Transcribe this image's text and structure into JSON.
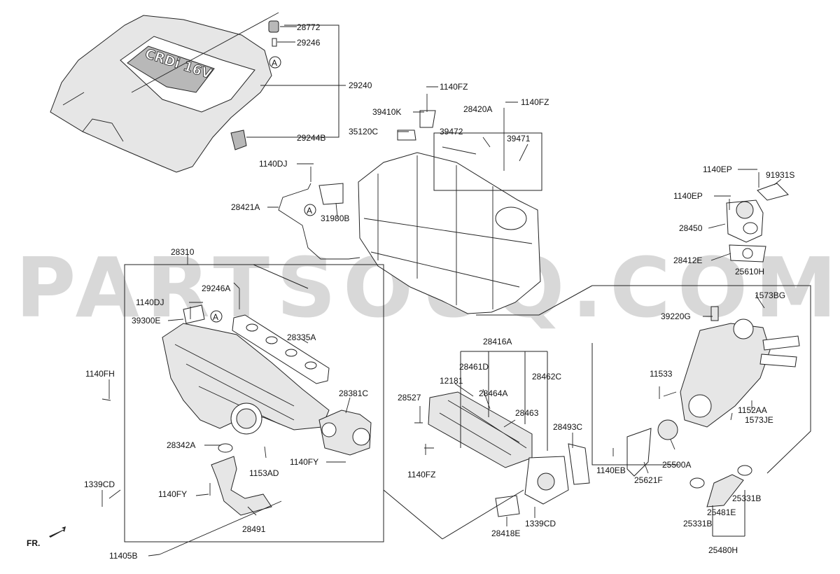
{
  "watermark": "PARTSOUQ.COM",
  "direction_label": "FR.",
  "engine_cover_logo": "CRDi 16V",
  "labels": {
    "l28772": "28772",
    "l29246": "29246",
    "l29240": "29240",
    "l29244B": "29244B",
    "l1140FZ_a": "1140FZ",
    "l1140FZ_b": "1140FZ",
    "l39410K": "39410K",
    "l28420A": "28420A",
    "l35120C": "35120C",
    "l39472": "39472",
    "l39471": "39471",
    "l1140DJ_a": "1140DJ",
    "l28421A": "28421A",
    "l31980B": "31980B",
    "l1140EP_a": "1140EP",
    "l91931S": "91931S",
    "l1140EP_b": "1140EP",
    "l28450": "28450",
    "l28412E": "28412E",
    "l25610H": "25610H",
    "l28310": "28310",
    "l29246A": "29246A",
    "l1140DJ_b": "1140DJ",
    "l39300E": "39300E",
    "l28335A": "28335A",
    "l1140FH": "1140FH",
    "l28381C": "28381C",
    "l28342A": "28342A",
    "l1153AD": "1153AD",
    "l1140FY_a": "1140FY",
    "l1339CD_a": "1339CD",
    "l1140FY_b": "1140FY",
    "l28491": "28491",
    "l11405B": "11405B",
    "l28416A": "28416A",
    "l28461D": "28461D",
    "l12181": "12181",
    "l28462C": "28462C",
    "l28464A": "28464A",
    "l28527": "28527",
    "l28463": "28463",
    "l1140FZ_c": "1140FZ",
    "l28493C": "28493C",
    "l28418E": "28418E",
    "l1339CD_b": "1339CD",
    "l1573BG": "1573BG",
    "l39220G": "39220G",
    "l11533": "11533",
    "l1152AA": "1152AA",
    "l1573JE": "1573JE",
    "l1140EB": "1140EB",
    "l25500A": "25500A",
    "l25621F": "25621F",
    "l25331B_a": "25331B",
    "l25481E": "25481E",
    "l25331B_b": "25331B",
    "l25480H": "25480H"
  },
  "markers": {
    "a1": "A",
    "a2": "A",
    "a3": "A"
  }
}
